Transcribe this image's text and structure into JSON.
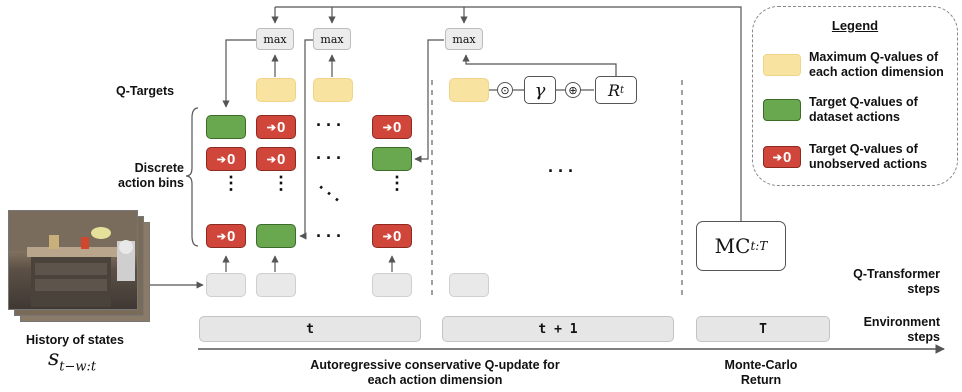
{
  "legend": {
    "title": "Legend",
    "items": [
      {
        "label": "Maximum Q-values of each action dimension",
        "line1": "Maximum Q-values of",
        "line2": "each action dimension",
        "color": "#f8e3a0"
      },
      {
        "label": "Target Q-values of dataset actions",
        "line1": "Target Q-values of",
        "line2": "dataset actions",
        "color": "#6aa84f"
      },
      {
        "label": "Target Q-values of unobserved actions",
        "line1": "Target Q-values of",
        "line2": "unobserved actions",
        "color": "#d0463a"
      }
    ]
  },
  "labels": {
    "q_targets": "Q-Targets",
    "discrete_line1": "Discrete",
    "discrete_line2": "action bins",
    "history": "History of states",
    "history_symbol": "s",
    "history_sub": "t−w:t",
    "qt_steps_line1": "Q-Transformer",
    "qt_steps_line2": "steps",
    "env_steps_line1": "Environment",
    "env_steps_line2": "steps",
    "autoreg_line1": "Autoregressive conservative Q-update for",
    "autoreg_line2": "each action dimension",
    "mc_line1": "Monte-Carlo",
    "mc_line2": "Return"
  },
  "boxes": {
    "max": "max",
    "zero": "0",
    "gamma": "γ",
    "reward": "R",
    "reward_sub": "t",
    "mc": "MC",
    "mc_sub": "t:T",
    "odot": "⊙",
    "oplus": "⊕"
  },
  "steps": {
    "t": "t",
    "t1": "t + 1",
    "T": "T"
  },
  "colors": {
    "green": "#6aa84f",
    "red": "#d0463a",
    "yellow": "#f8e3a0",
    "token": "#e9e9e9"
  }
}
